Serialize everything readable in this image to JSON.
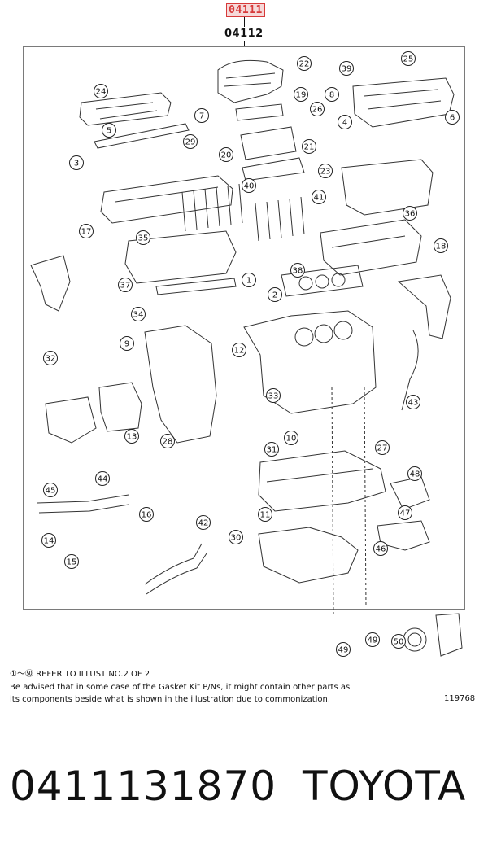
{
  "header": {
    "part_number_highlight": "04111",
    "sub_part_number": "04112"
  },
  "callouts": [
    "1",
    "2",
    "3",
    "4",
    "5",
    "6",
    "7",
    "8",
    "9",
    "10",
    "11",
    "12",
    "13",
    "14",
    "15",
    "16",
    "17",
    "18",
    "19",
    "20",
    "21",
    "22",
    "23",
    "24",
    "25",
    "26",
    "27",
    "28",
    "29",
    "30",
    "31",
    "32",
    "33",
    "34",
    "35",
    "36",
    "37",
    "38",
    "39",
    "40",
    "41",
    "42",
    "43",
    "44",
    "45",
    "46",
    "47",
    "48",
    "49",
    "50"
  ],
  "footer": {
    "refer_prefix": "①～㊿",
    "refer_text": "REFER TO ILLUST NO.2 OF 2",
    "advise_line1": "Be advised that in some case of the Gasket Kit P/Ns,  it might contain other parts as",
    "advise_line2": "its components beside what is shown in the illustration due to commonization.",
    "illustration_number": "119768"
  },
  "product": {
    "part_number": "0411131870",
    "brand": "TOYOTA"
  }
}
